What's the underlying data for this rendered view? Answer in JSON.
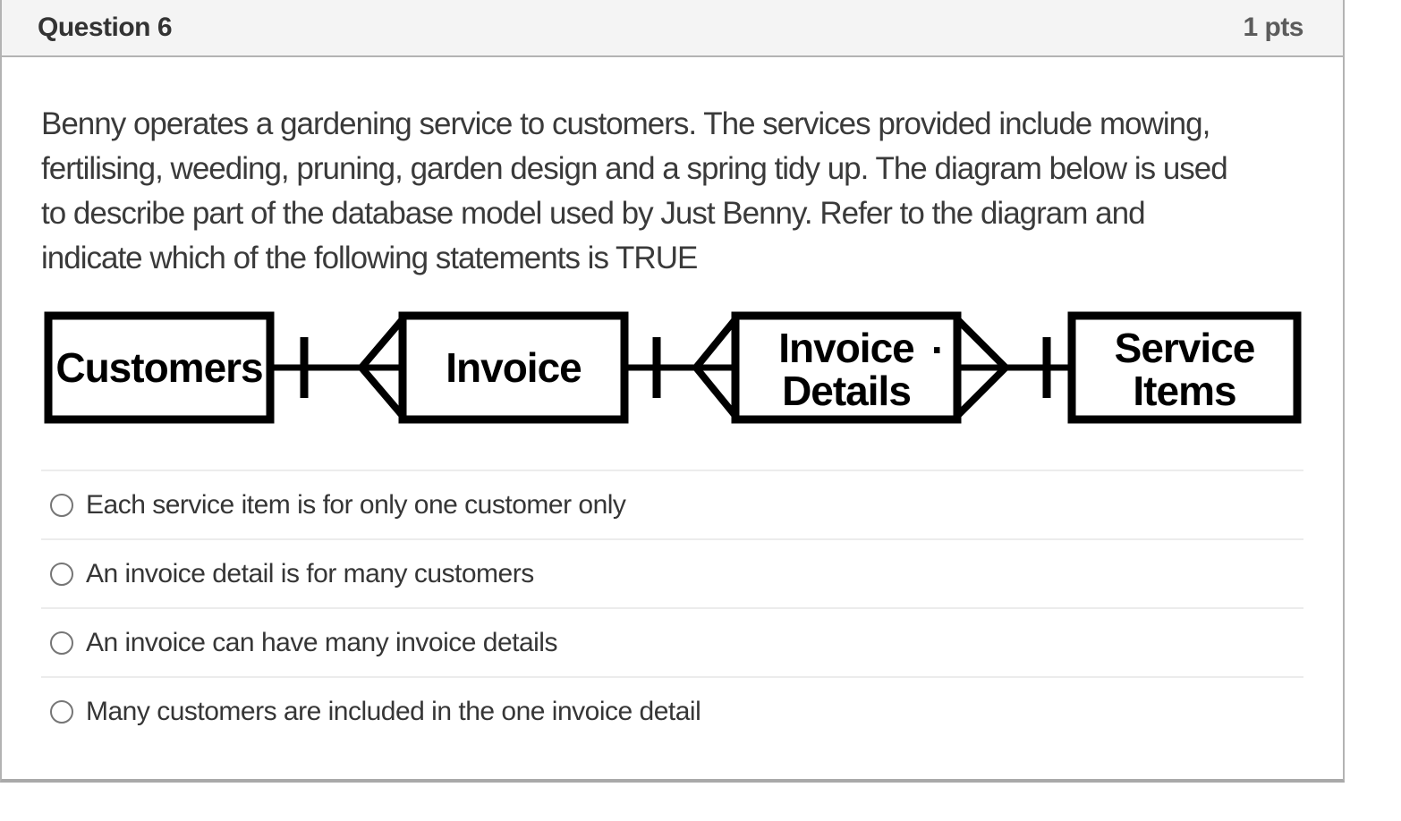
{
  "header": {
    "title": "Question 6",
    "points": "1 pts"
  },
  "question": {
    "text_lines": [
      "Benny operates a gardening service to customers. The services provided include mowing,",
      "fertilising, weeding, pruning, garden design and a spring tidy up. The diagram below is used",
      "to describe part of the database model used by Just Benny. Refer to the diagram and",
      "indicate which of the following statements is TRUE"
    ]
  },
  "diagram": {
    "type": "entity-relationship",
    "entities": [
      {
        "name": "Customers",
        "lines": [
          "Customers"
        ]
      },
      {
        "name": "Invoice",
        "lines": [
          "Invoice"
        ]
      },
      {
        "name": "Invoice Details",
        "lines": [
          "Invoice",
          "Details"
        ]
      },
      {
        "name": "Service Items",
        "lines": [
          "Service",
          "Items"
        ]
      }
    ],
    "stray_dot": "·",
    "relationships": [
      {
        "from": "Customers",
        "to": "Invoice",
        "cardinality": "one-to-many",
        "one_end": "Customers",
        "many_end": "Invoice"
      },
      {
        "from": "Invoice",
        "to": "Invoice Details",
        "cardinality": "one-to-many",
        "one_end": "Invoice",
        "many_end": "Invoice Details"
      },
      {
        "from": "Invoice Details",
        "to": "Service Items",
        "cardinality": "many-to-one",
        "one_end": "Service Items",
        "many_end": "Invoice Details"
      }
    ],
    "colors": {
      "line": "#000000",
      "box_fill": "#ffffff"
    }
  },
  "options": [
    {
      "label": "Each service item is for only one customer only",
      "selected": false
    },
    {
      "label": "An invoice detail is for many customers",
      "selected": false
    },
    {
      "label": "An invoice can have many invoice details",
      "selected": false
    },
    {
      "label": "Many customers are included in the one invoice detail",
      "selected": false
    }
  ],
  "colors": {
    "card_border": "#b3b3b3",
    "header_bg": "#f4f4f4",
    "divider": "#ececec",
    "body_text": "#3a3a3a",
    "points_text": "#5c5c5c",
    "radio_border": "#767676",
    "diagram_line": "#000000"
  }
}
